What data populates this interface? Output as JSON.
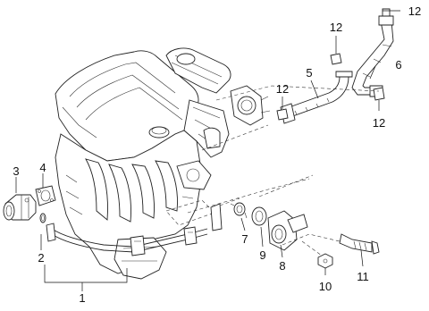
{
  "diagram": {
    "callouts": [
      {
        "id": "1",
        "label": "1"
      },
      {
        "id": "2",
        "label": "2"
      },
      {
        "id": "3",
        "label": "3"
      },
      {
        "id": "4",
        "label": "4"
      },
      {
        "id": "5",
        "label": "5"
      },
      {
        "id": "6",
        "label": "6"
      },
      {
        "id": "7",
        "label": "7"
      },
      {
        "id": "8",
        "label": "8"
      },
      {
        "id": "9",
        "label": "9"
      },
      {
        "id": "10",
        "label": "10"
      },
      {
        "id": "11",
        "label": "11"
      },
      {
        "id": "12a",
        "label": "12"
      },
      {
        "id": "12b",
        "label": "12"
      },
      {
        "id": "12c",
        "label": "12"
      },
      {
        "id": "12d",
        "label": "12"
      }
    ]
  }
}
